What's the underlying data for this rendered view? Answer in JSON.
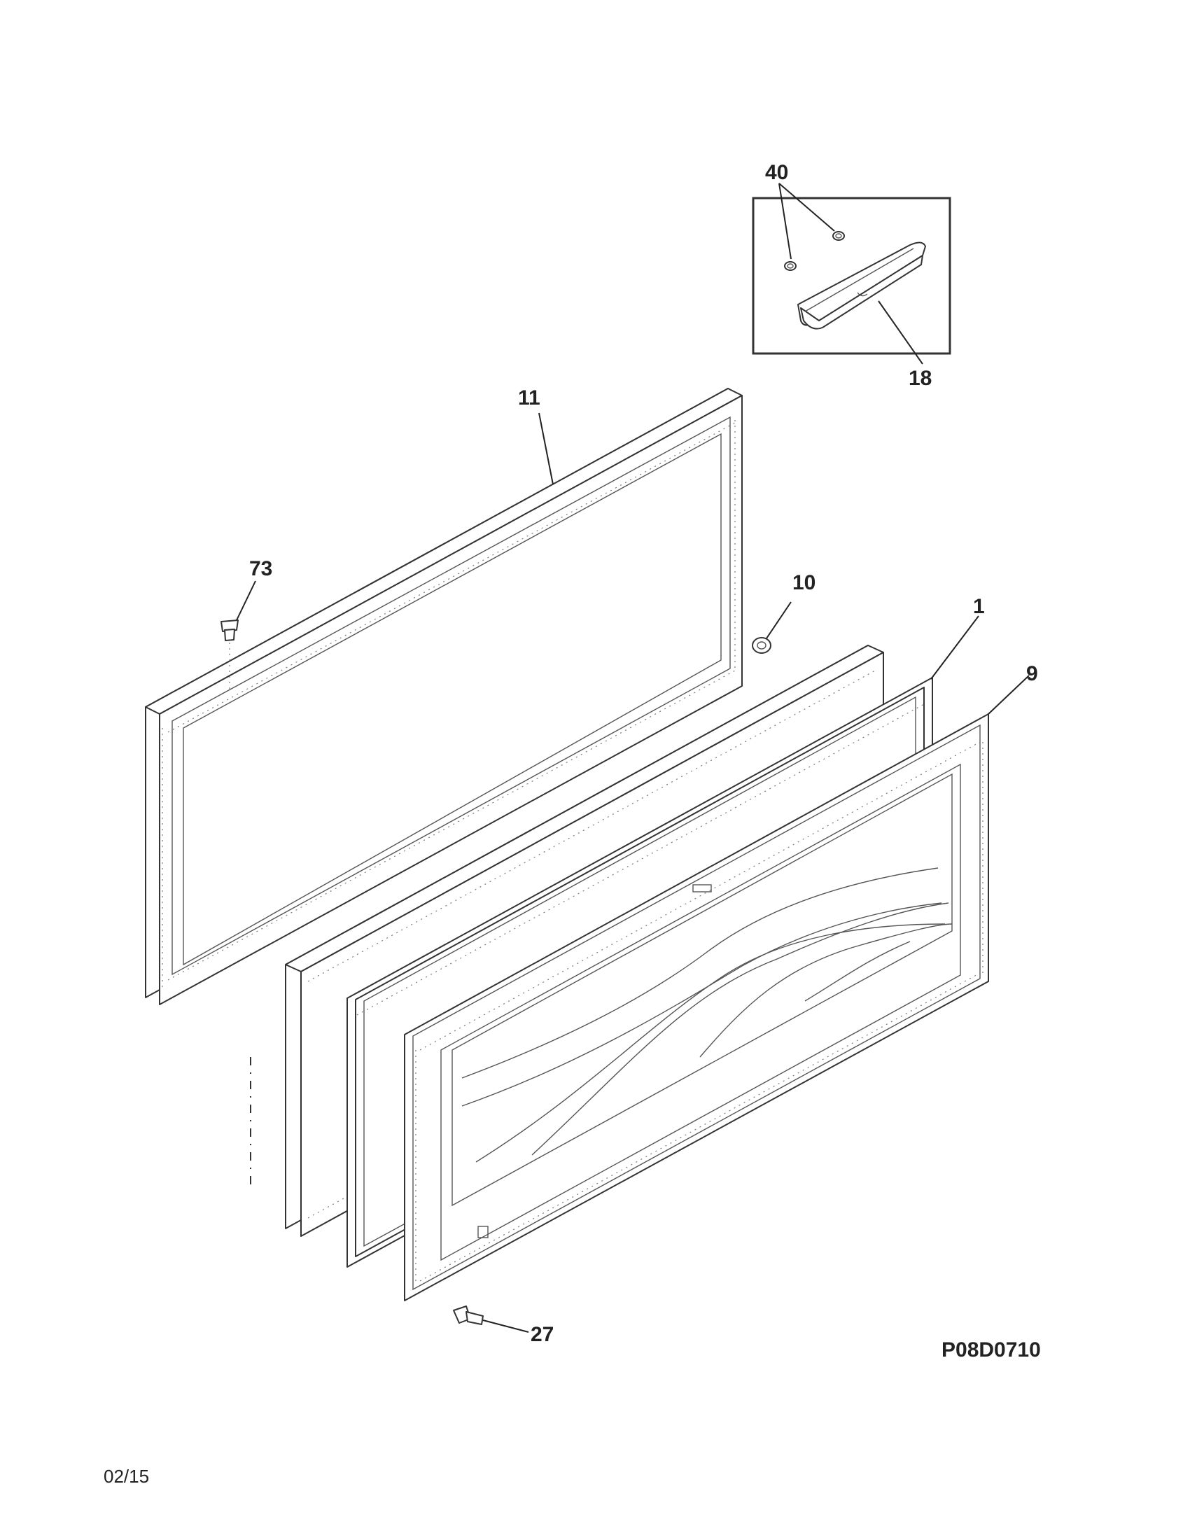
{
  "diagram": {
    "drawing_code": "P08D0710",
    "date_code": "02/15",
    "callouts": {
      "handle_screws": "40",
      "handle": "18",
      "outer_panel": "11",
      "screw_73": "73",
      "plug_10": "10",
      "gasket_1": "1",
      "liner_9": "9",
      "fastener_27": "27"
    }
  }
}
